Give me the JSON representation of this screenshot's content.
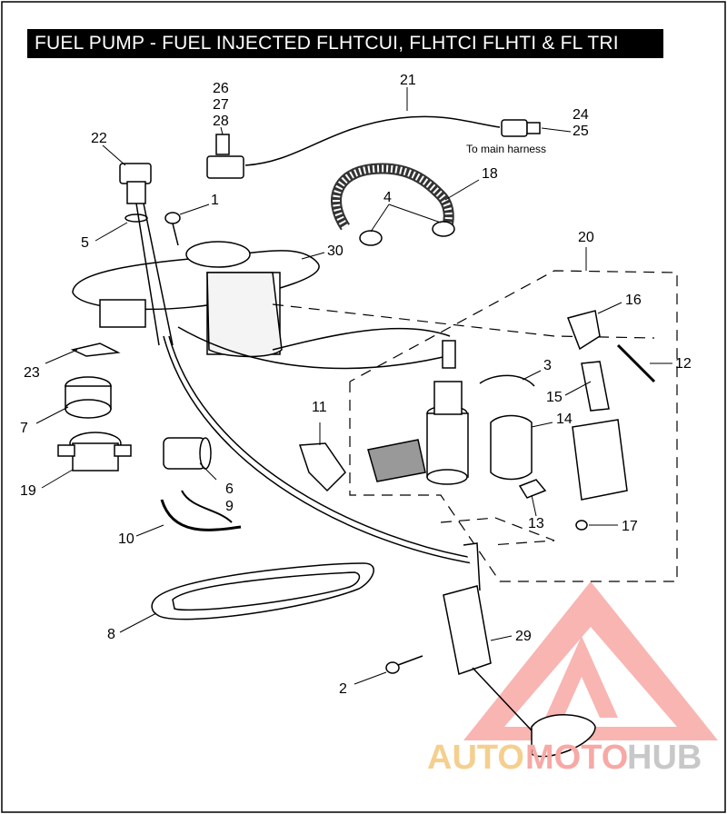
{
  "title": "FUEL PUMP - FUEL INJECTED FLHTCUI,  FLHTCI FLHTI & FL TRI",
  "harness_note": "To main harness",
  "callouts": {
    "c1": "1",
    "c2": "2",
    "c3": "3",
    "c4": "4",
    "c5": "5",
    "c6": "6",
    "c7": "7",
    "c8": "8",
    "c9": "9",
    "c10": "10",
    "c11": "11",
    "c12": "12",
    "c13": "13",
    "c14": "14",
    "c15": "15",
    "c16": "16",
    "c17": "17",
    "c18": "18",
    "c19": "19",
    "c20": "20",
    "c21": "21",
    "c22": "22",
    "c23": "23",
    "c24": "24",
    "c25": "25",
    "c26": "26",
    "c27": "27",
    "c28": "28",
    "c29": "29",
    "c30": "30"
  },
  "watermark": {
    "part1": "AUTO",
    "part2": "MOTO",
    "part3": "HUB",
    "color_primary": "#f7a9a5",
    "color_secondary": "#f5cf8f",
    "color_tertiary": "#c8c8c8"
  }
}
